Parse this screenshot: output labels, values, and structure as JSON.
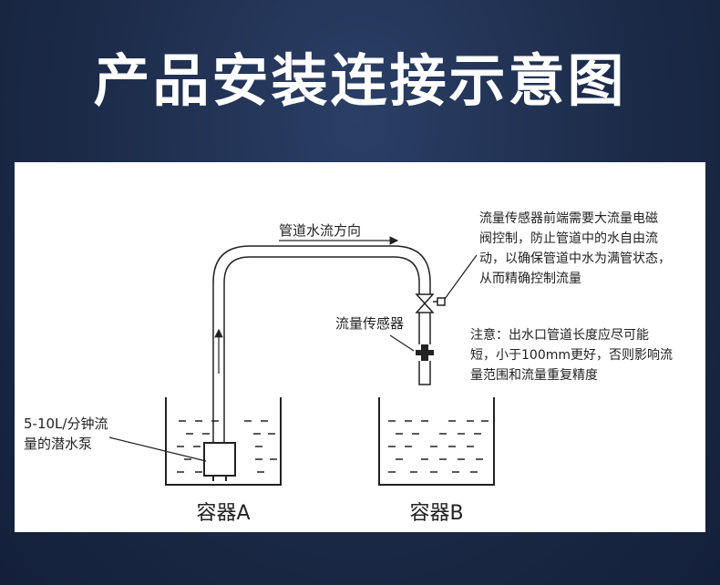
{
  "title": "产品安装连接示意图",
  "diagram": {
    "flow_direction_label": "管道水流方向",
    "sensor_label": "流量传感器",
    "pump_label_lines": [
      "5-10L/分钟流",
      "量的潜水泵"
    ],
    "valve_note_lines": [
      "流量传感器前端需要大流量电磁",
      "阀控制，防止管道中的水自由流",
      "动，以确保管道中水为满管状态，",
      "从而精确控制流量"
    ],
    "outlet_note_lines": [
      "注意：出水口管道长度应尽可能",
      "短，小于100mm更好，否则影响流",
      "量范围和流量重复精度"
    ],
    "container_a_label": "容器A",
    "container_b_label": "容器B"
  },
  "colors": {
    "background": "#1b2a47",
    "title": "#ffffff",
    "panel": "#ffffff",
    "line": "#222222"
  }
}
